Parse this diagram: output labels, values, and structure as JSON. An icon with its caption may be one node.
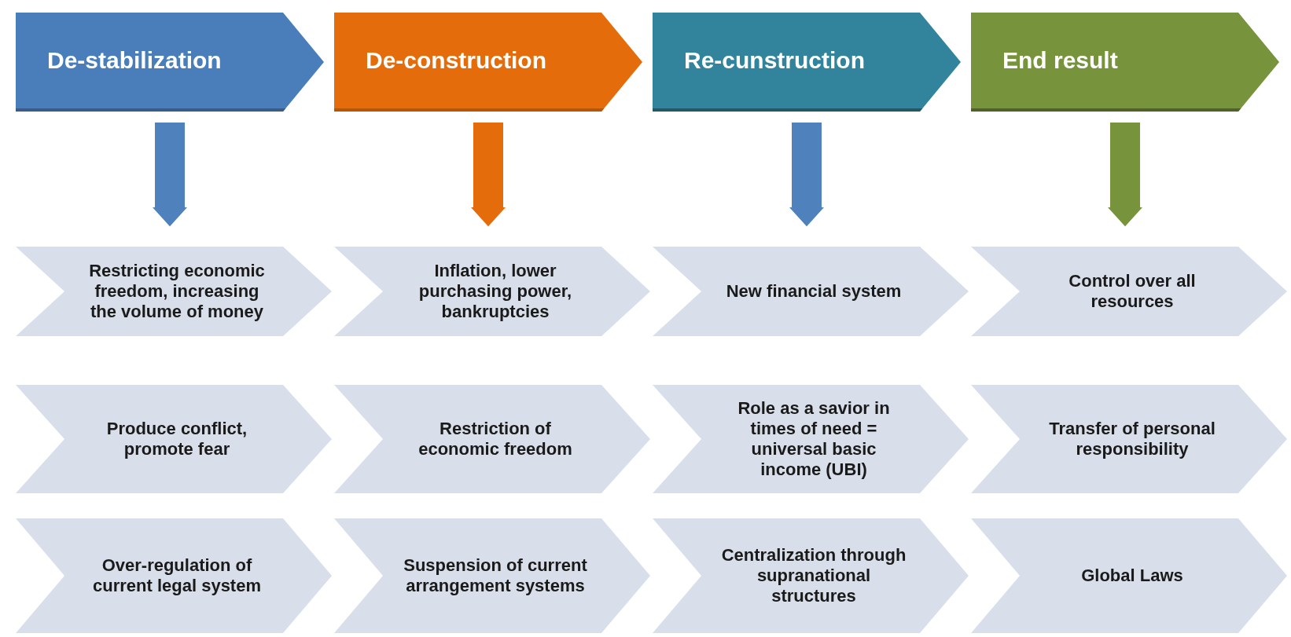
{
  "diagram": {
    "nodes": [
      {
        "text": [
          "De-stabilization"
        ]
      },
      {
        "text": [
          "De-construction"
        ]
      },
      {
        "text": [
          "Re-cunstruction"
        ]
      },
      {
        "text": [
          "End result"
        ]
      },
      {
        "text": [
          "Restricting economic freedom, increasing the volume of money"
        ]
      },
      {
        "text": [
          "Inflation, lower purchasing power, bankruptcies"
        ]
      },
      {
        "text": [
          "New financial system"
        ]
      },
      {
        "text": [
          "Control over all resources"
        ]
      },
      {
        "text": [
          "Produce conflict, promote fear"
        ]
      },
      {
        "text": [
          "Restriction of economic freedom"
        ]
      },
      {
        "text": [
          "Role as a savior in times of need = universal basic income (UBI)"
        ]
      },
      {
        "text": [
          "Transfer of personal responsibility"
        ]
      },
      {
        "text": [
          "Over-regulation of current legal system"
        ]
      },
      {
        "text": [
          "Suspension of current arrangement systems"
        ]
      },
      {
        "text": [
          "Centralization through supranational structures"
        ]
      },
      {
        "text": [
          "Global Laws"
        ]
      }
    ],
    "edges": [
      {
        "from": 0,
        "to": 4,
        "arrow": "to",
        "color": "#4f81bd"
      },
      {
        "from": 1,
        "to": 5,
        "arrow": "to",
        "color": "#e46c0a"
      },
      {
        "from": 2,
        "to": 6,
        "arrow": "to",
        "color": "#4f81bd"
      },
      {
        "from": 3,
        "to": 7,
        "arrow": "to",
        "color": "#77933c"
      }
    ]
  }
}
